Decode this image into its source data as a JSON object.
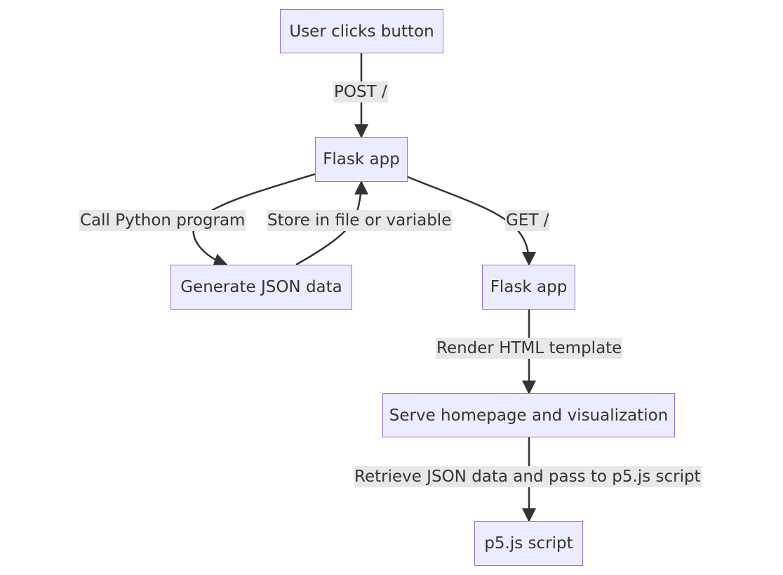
{
  "colors": {
    "node_fill": "#ececff",
    "node_border": "#9370db",
    "edge": "#333333",
    "label_bg": "#e8e8e8",
    "text": "#333333"
  },
  "nodes": {
    "user_clicks": "User clicks button",
    "flask_app_1": "Flask app",
    "generate_json": "Generate JSON data",
    "flask_app_2": "Flask app",
    "serve_homepage": "Serve homepage and visualization",
    "p5_script": "p5.js script"
  },
  "edges": {
    "post": "POST /",
    "call_python": "Call Python program",
    "store": "Store in file or variable",
    "get": "GET /",
    "render": "Render HTML template",
    "retrieve": "Retrieve JSON data and pass to p5.js script"
  }
}
